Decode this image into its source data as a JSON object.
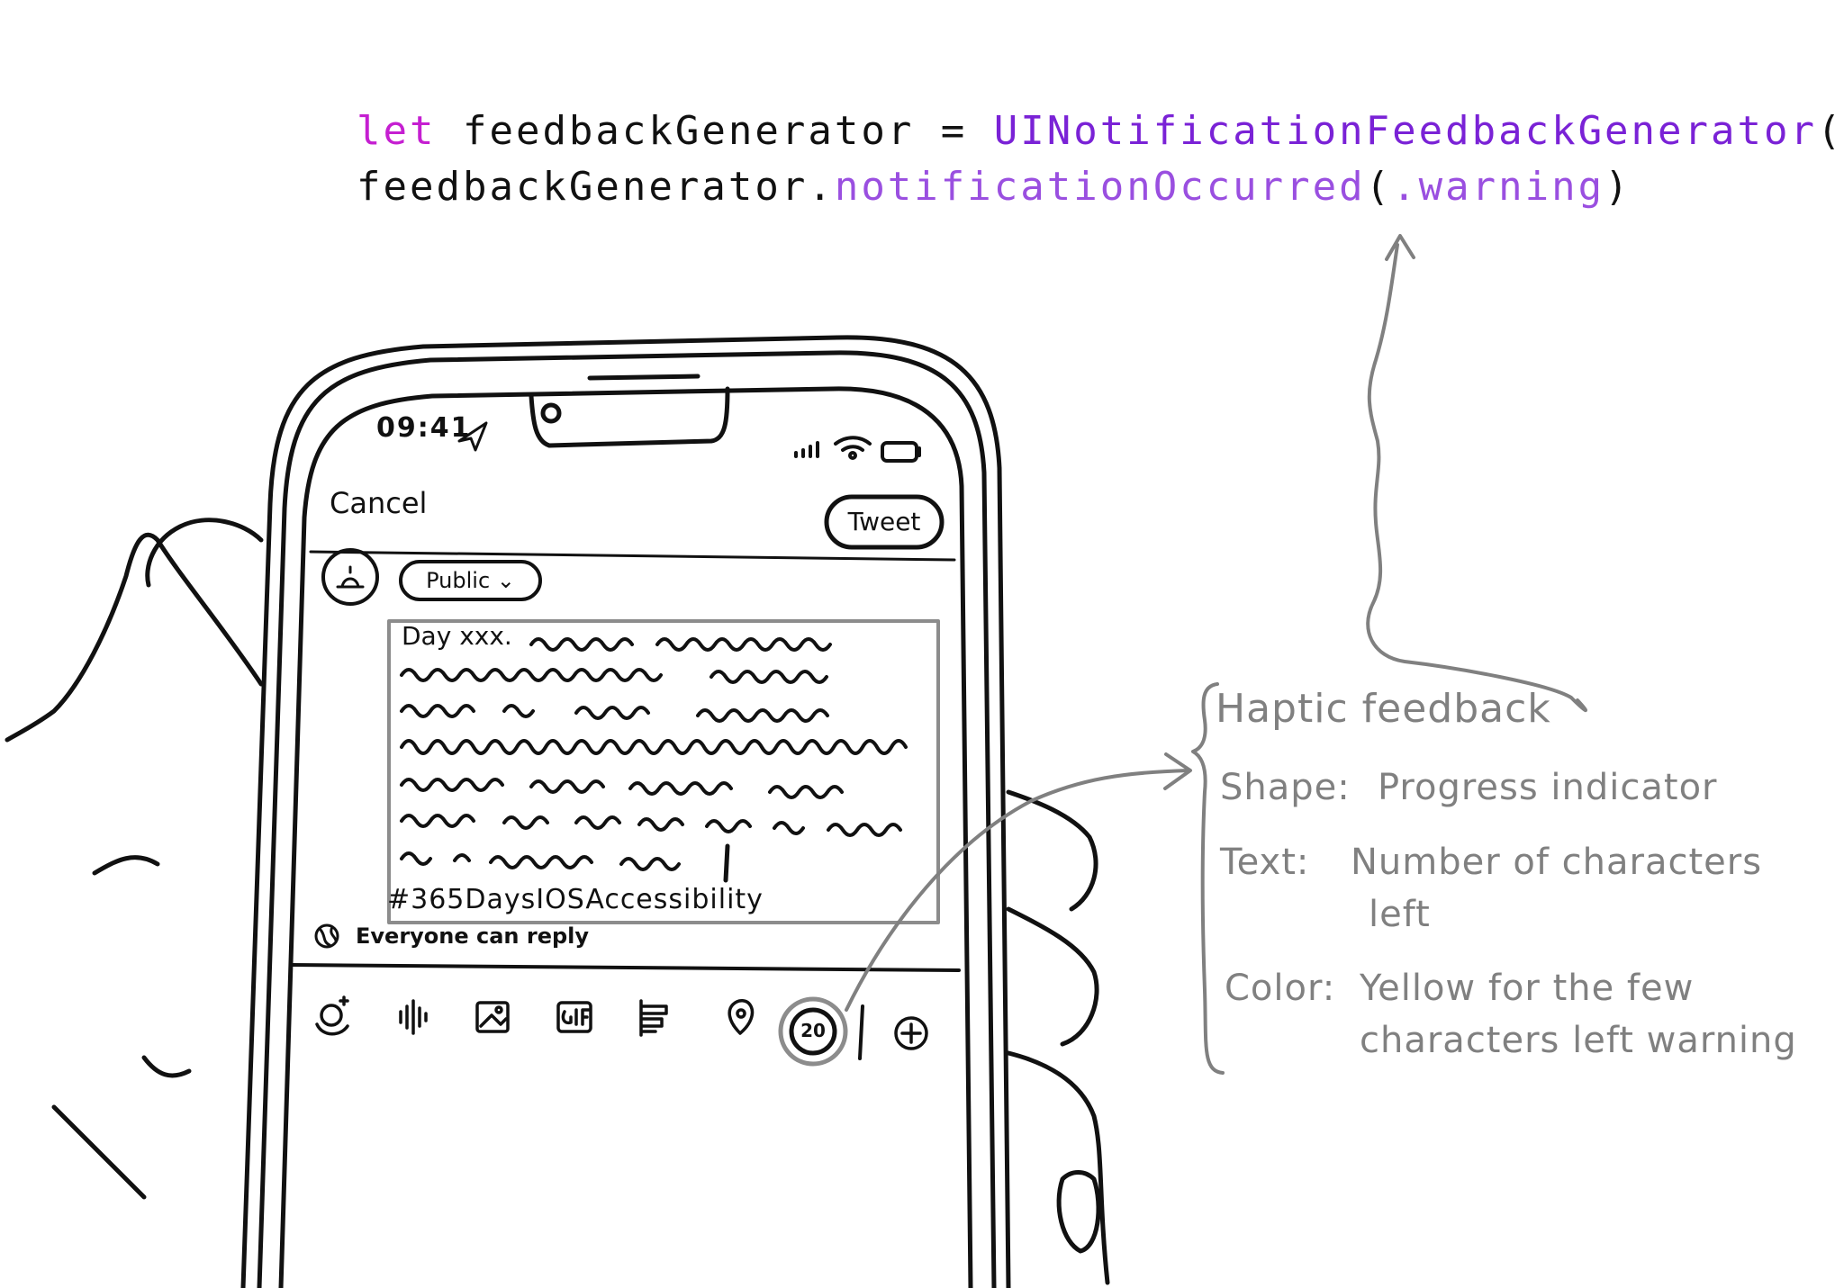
{
  "code": {
    "line1": {
      "kw": "let",
      "name": " feedbackGenerator = ",
      "type": "UINotificationFeedbackGenerator",
      "end": "()"
    },
    "line2": {
      "obj": "feedbackGenerator.",
      "method": "notificationOccurred",
      "open": "(",
      "arg": ".warning",
      "close": ")"
    }
  },
  "phone": {
    "status_time": "09:41",
    "cancel_label": "Cancel",
    "tweet_label": "Tweet",
    "audience_label": "Public",
    "compose_text_first": "Day xxx.",
    "hashtag": "#365DaysIOSAccessibility",
    "reply_setting": "Everyone can reply",
    "char_counter": "20"
  },
  "annotation": {
    "title": "Haptic feedback",
    "shape_key": "Shape:",
    "shape_value": "Progress indicator",
    "text_key": "Text:",
    "text_value_1": "Number of characters",
    "text_value_2": "left",
    "color_key": "Color:",
    "color_value_1": "Yellow for the few",
    "color_value_2": "characters left warning"
  },
  "colors": {
    "keyword": "#c51fd1",
    "type": "#7a22d6",
    "method": "#9a4fe0",
    "annotation": "#808080",
    "ink": "#111111"
  }
}
